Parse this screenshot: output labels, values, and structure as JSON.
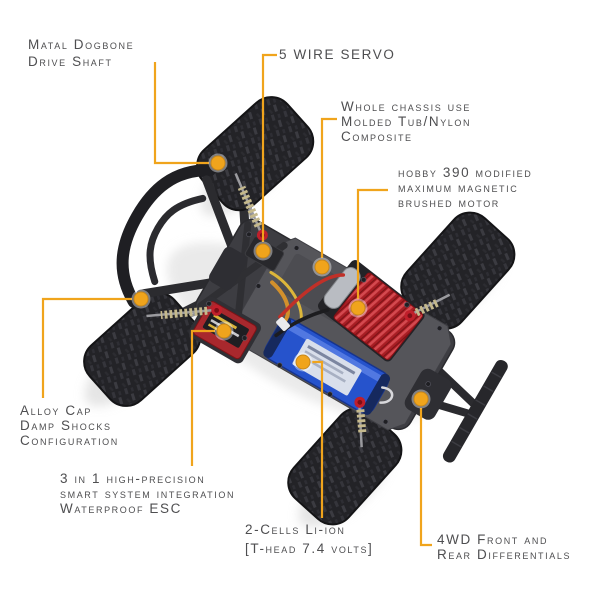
{
  "title": "RC monster truck chassis feature diagram",
  "colors": {
    "callout": "#F0A41C",
    "label": "#4E4E50",
    "background": "#FFFFFF",
    "motor_red": "#A81E24",
    "battery_blue": "#2653CC",
    "tire_black": "#232327"
  },
  "labels": [
    {
      "id": "dogbone",
      "lines": [
        "Matal Dogbone",
        "Drive Shaft"
      ]
    },
    {
      "id": "servo",
      "lines": [
        "5 WIRE SERVO"
      ]
    },
    {
      "id": "chassis",
      "lines": [
        "Whole chassis use",
        "Molded Tub/Nylon",
        "Composite"
      ]
    },
    {
      "id": "motor",
      "lines": [
        "hobby 390 modified",
        "maximum magnetic",
        "brushed motor"
      ]
    },
    {
      "id": "shocks",
      "lines": [
        "Alloy Cap",
        "Damp Shocks",
        "Configuration"
      ]
    },
    {
      "id": "esc",
      "lines": [
        "3 in 1 high-precision",
        "smart system integration",
        "Waterproof ESC"
      ]
    },
    {
      "id": "battery",
      "lines": [
        "2-Cells Li-ion",
        "[T-head 7.4 volts]"
      ]
    },
    {
      "id": "differentials",
      "lines": [
        "4WD Front and",
        "Rear Differentials"
      ]
    }
  ]
}
